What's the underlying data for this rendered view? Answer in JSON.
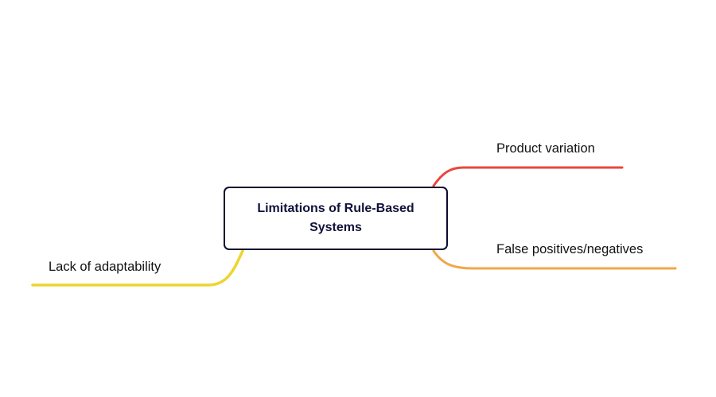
{
  "mindmap": {
    "central_topic": "Limitations of Rule-Based Systems",
    "branches": [
      {
        "id": "product",
        "label": "Product variation",
        "color": "#e8473e"
      },
      {
        "id": "false",
        "label": "False positives/negatives",
        "color": "#f2a64a"
      },
      {
        "id": "lack",
        "label": "Lack of adaptability",
        "color": "#ecd52f"
      }
    ]
  }
}
